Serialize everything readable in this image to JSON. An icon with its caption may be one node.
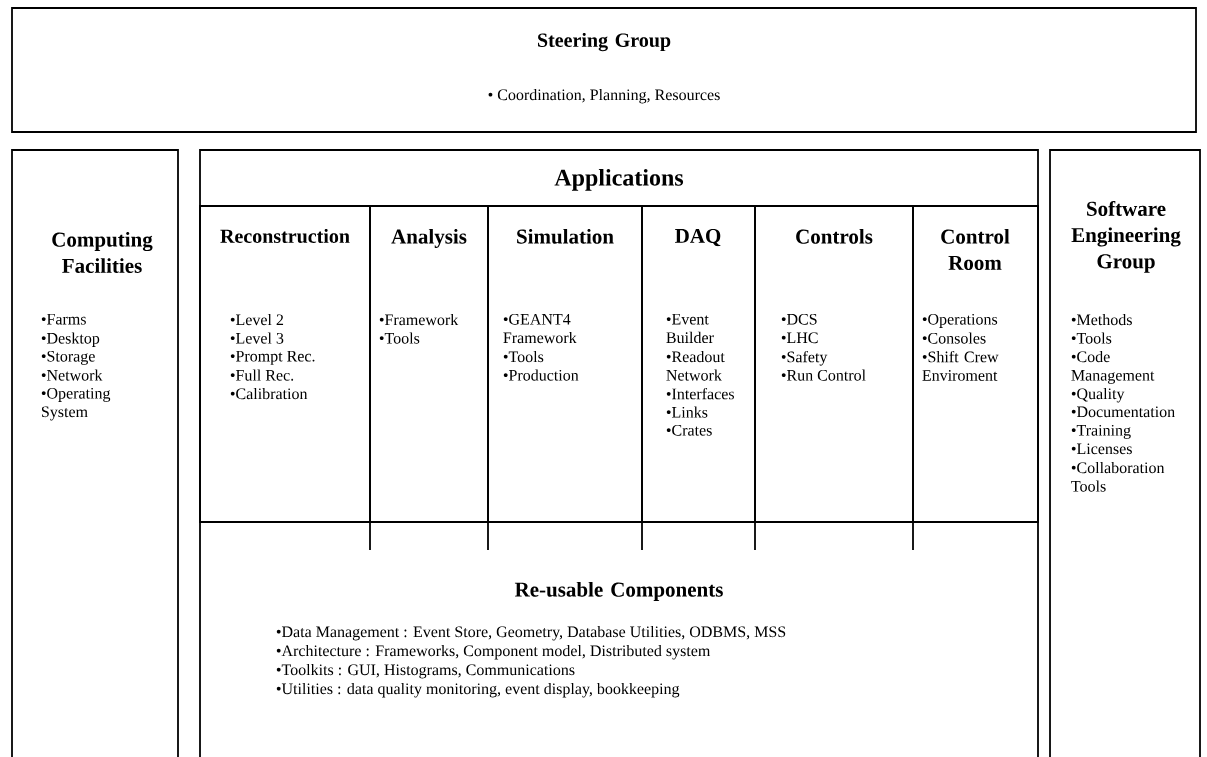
{
  "diagram": {
    "nodes": [
      {
        "text": [
          "Steering Group",
          "• Coordination, Planning, Resources"
        ]
      },
      {
        "text": [
          "Computing Facilities",
          "•Farms",
          "•Desktop",
          "•Storage",
          "•Network",
          "•Operating System"
        ]
      },
      {
        "text": [
          "Applications"
        ]
      },
      {
        "text": [
          "Reconstruction",
          "•Level 2",
          "•Level 3",
          "•Prompt Rec.",
          "•Full Rec.",
          "•Calibration"
        ],
        "in": 2
      },
      {
        "text": [
          "Analysis",
          "•Framework",
          "•Tools"
        ],
        "in": 2
      },
      {
        "text": [
          "Simulation",
          "•GEANT4 Framework",
          "•Tools",
          "•Production"
        ],
        "in": 2
      },
      {
        "text": [
          "DAQ",
          "•Event Builder",
          "•Readout Network",
          "•Interfaces",
          "•Links",
          "•Crates"
        ],
        "in": 2
      },
      {
        "text": [
          "Controls",
          "•DCS",
          "•LHC",
          "•Safety",
          "•Run Control"
        ],
        "in": 2
      },
      {
        "text": [
          "Control Room",
          "•Operations",
          "•Consoles",
          "•Shift Crew Enviroment"
        ],
        "in": 2
      },
      {
        "text": [
          "Re-usable Components",
          "•Data Management : Event Store, Geometry, Database Utilities, ODBMS, MSS",
          "•Architecture : Frameworks, Component model, Distributed system",
          "•Toolkits : GUI, Histograms, Communications",
          "•Utilities : data quality monitoring, event display, bookkeeping"
        ],
        "in": 2
      },
      {
        "text": [
          "Software Engineering Group",
          "•Methods",
          "•Tools",
          "•Code Management",
          "•Quality",
          "•Documentation",
          "•Training",
          "•Licenses",
          "•Collaboration Tools"
        ]
      }
    ],
    "edges": []
  }
}
